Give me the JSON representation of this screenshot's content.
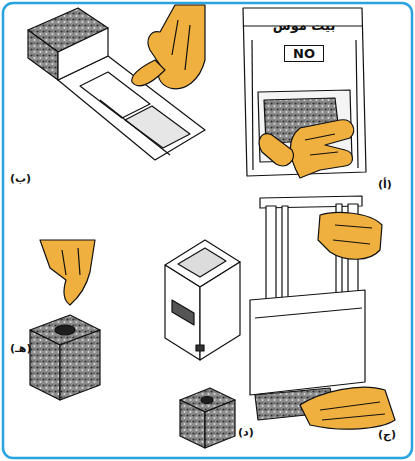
{
  "diagram": {
    "nodes": [
      {
        "text": [
          "بيت موس",
          "NO"
        ]
      }
    ],
    "labels": [
      "(أ)",
      "(ب)",
      "(ج)",
      "(د)",
      "(هـ)"
    ]
  }
}
